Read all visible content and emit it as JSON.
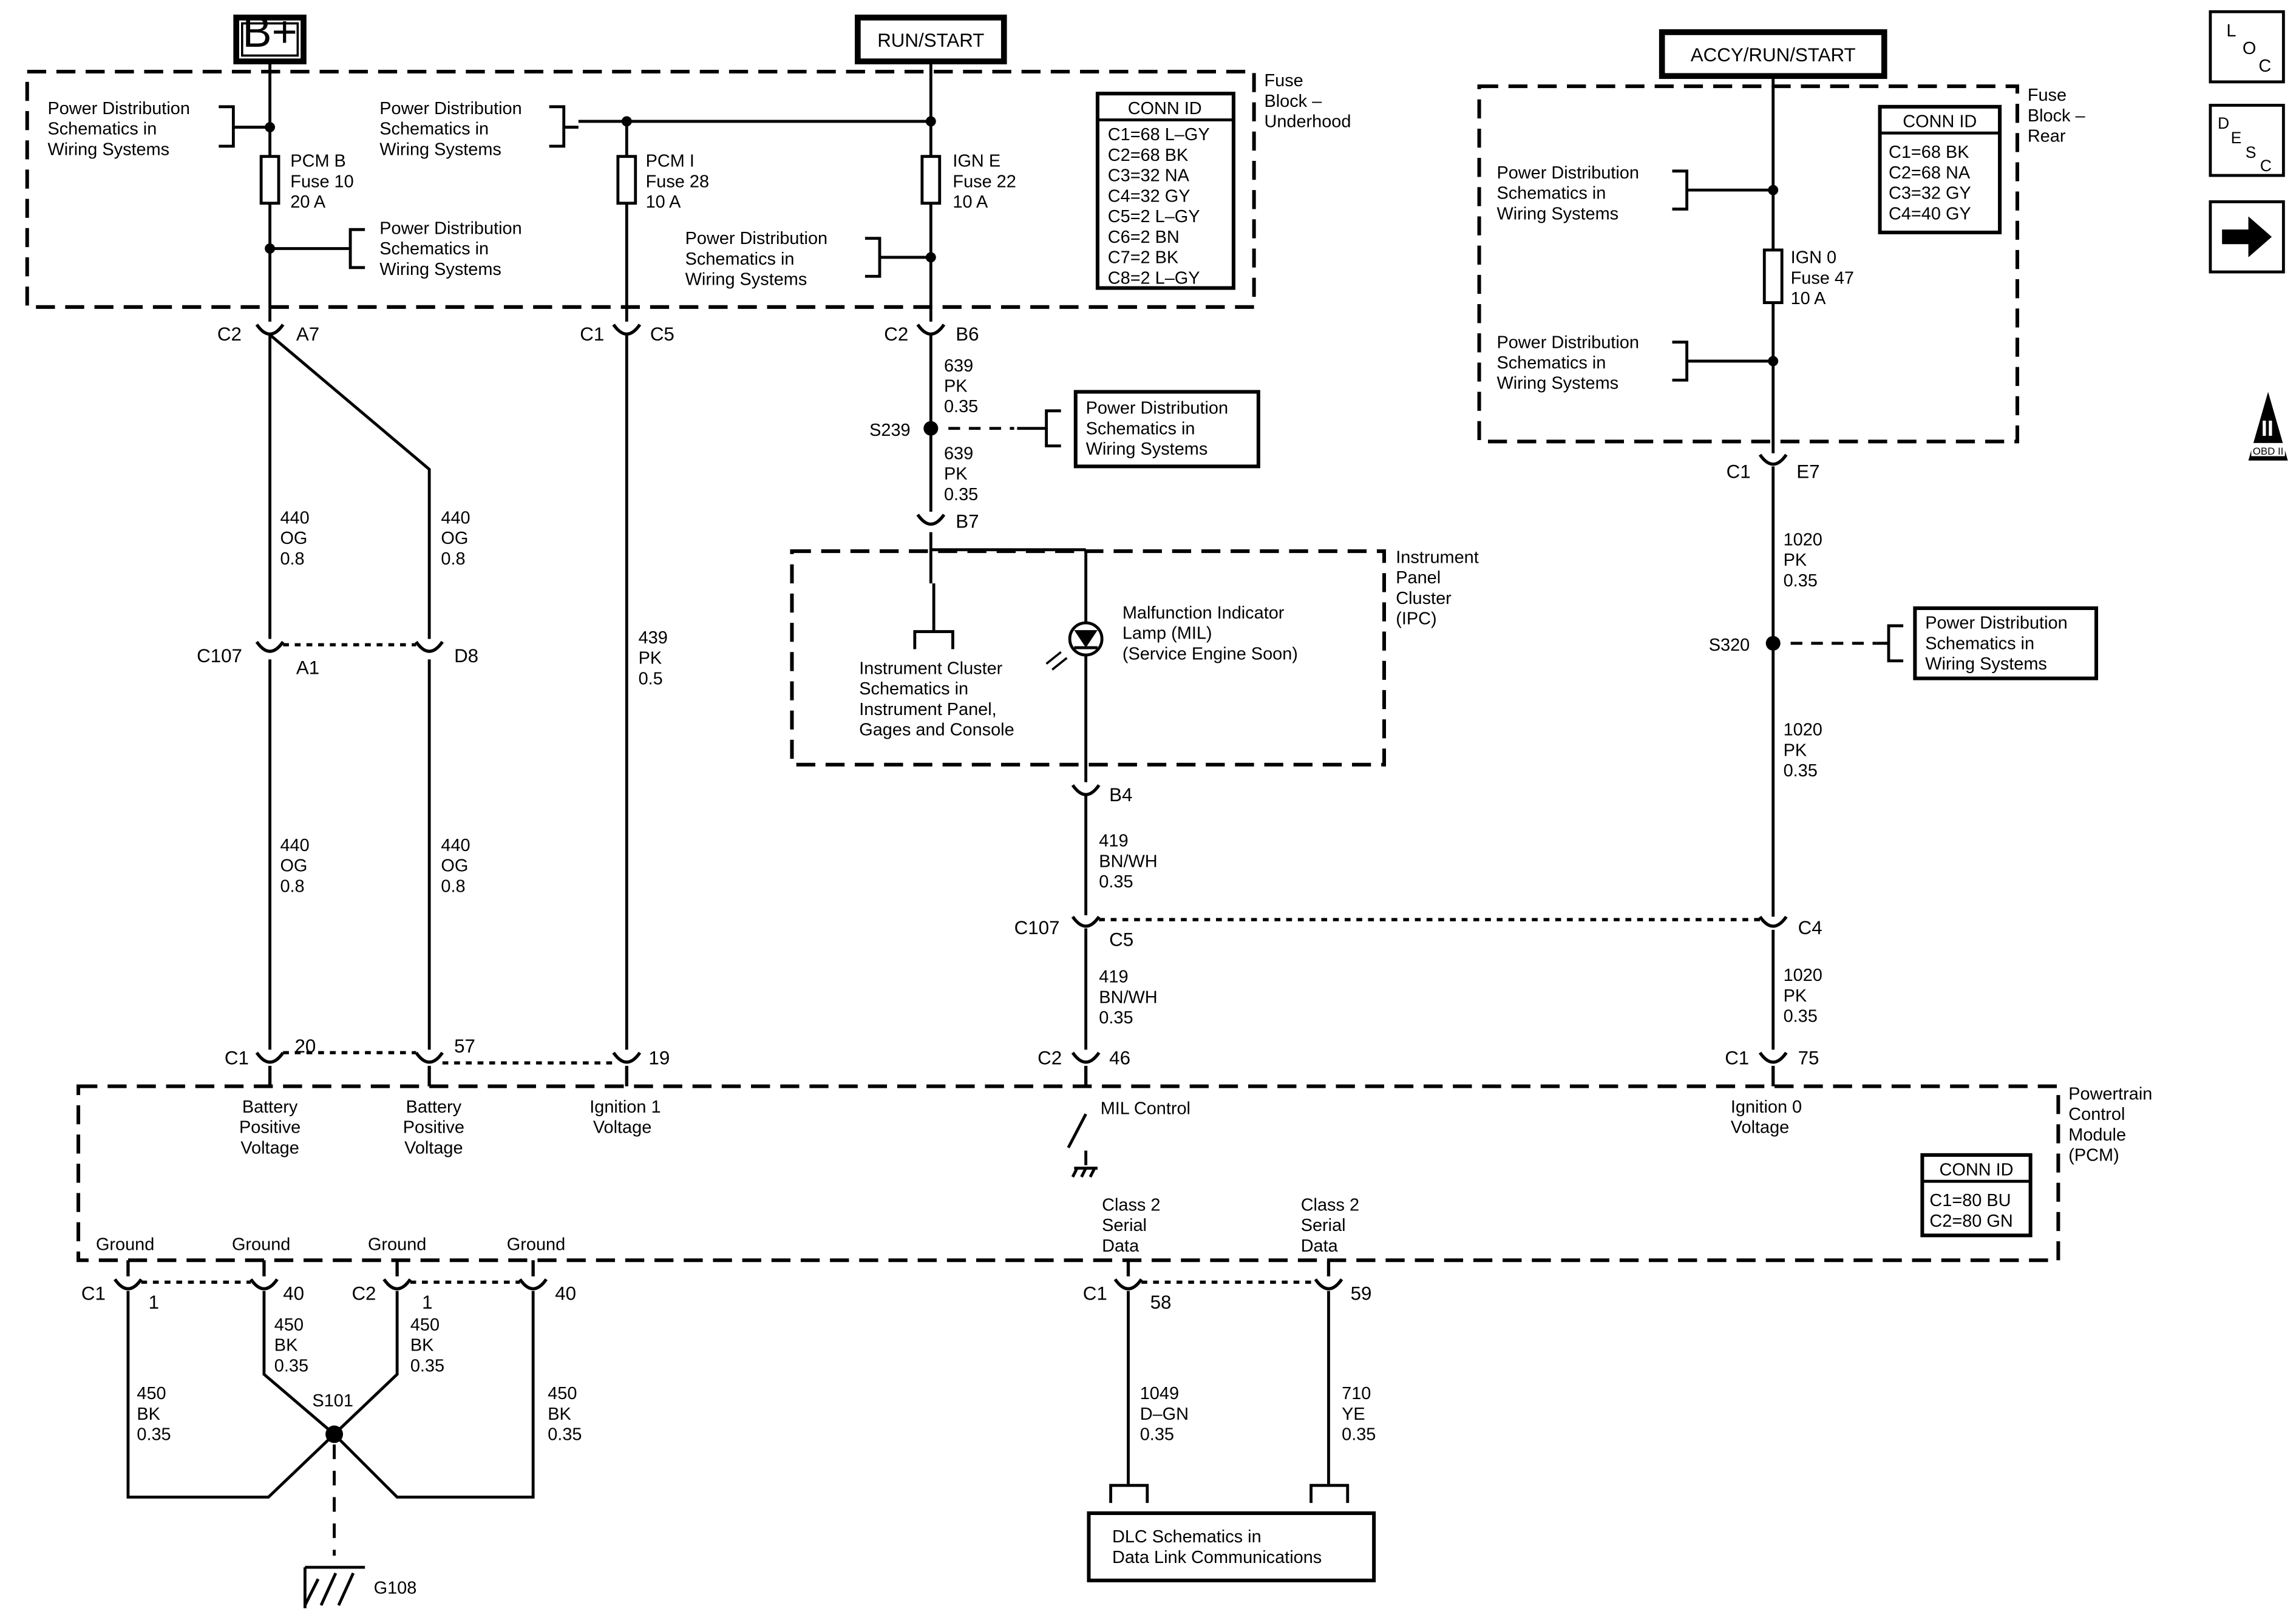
{
  "power_sources": {
    "b_plus": "B+",
    "run_start": "RUN/START",
    "accy_run_start": "ACCY/RUN/START"
  },
  "side_icons": {
    "loc": [
      "L",
      "O",
      "C"
    ],
    "desc": [
      "D",
      "E",
      "S",
      "C"
    ],
    "obd_top": "II",
    "obd_bottom": "OBD II",
    "loc_icon": "loc-icon",
    "desc_icon": "desc-icon",
    "next_icon": "arrow-right-icon",
    "obd_icon": "obd-ii-icon"
  },
  "fuse_block_underhood": {
    "title": [
      "Fuse",
      "Block –",
      "Underhood"
    ],
    "conn_id_title": "CONN ID",
    "conn_ids": [
      "C1=68 L–GY",
      "C2=68 BK",
      "C3=32 NA",
      "C4=32 GY",
      "C5=2 L–GY",
      "C6=2 BN",
      "C7=2 BK",
      "C8=2 L–GY"
    ],
    "pd_ref": [
      "Power Distribution",
      "Schematics in",
      "Wiring  Systems"
    ],
    "fuse_pcm_b": [
      "PCM B",
      "Fuse 10",
      "20 A"
    ],
    "fuse_pcm_i": [
      "PCM I",
      "Fuse 28",
      "10 A"
    ],
    "fuse_ign_e": [
      "IGN E",
      "Fuse 22",
      "10 A"
    ]
  },
  "fuse_block_rear": {
    "title": [
      "Fuse",
      "Block –",
      "Rear"
    ],
    "conn_id_title": "CONN ID",
    "conn_ids": [
      "C1=68 BK",
      "C2=68 NA",
      "C3=32 GY",
      "C4=40 GY"
    ],
    "fuse_ign_0": [
      "IGN 0",
      "Fuse 47",
      "10 A"
    ]
  },
  "connectors": {
    "c2": "C2",
    "c1": "C1",
    "a7": "A7",
    "c5": "C5",
    "b6": "B6",
    "e7": "E7",
    "b7": "B7",
    "b4": "B4",
    "c107": "C107",
    "a1": "A1",
    "d8": "D8",
    "c4": "C4",
    "pin20": "20",
    "pin57": "57",
    "pin19": "19",
    "pin46": "46",
    "pin75": "75",
    "pin1": "1",
    "pin40": "40",
    "pin58": "58",
    "pin59": "59"
  },
  "splices": {
    "s239": "S239",
    "s320": "S320",
    "s101": "S101",
    "g108": "G108"
  },
  "wires": {
    "w639": [
      "639",
      "PK",
      "0.35"
    ],
    "w440": [
      "440",
      "OG",
      "0.8"
    ],
    "w439": [
      "439",
      "PK",
      "0.5"
    ],
    "w419": [
      "419",
      "BN/WH",
      "0.35"
    ],
    "w1020": [
      "1020",
      "PK",
      "0.35"
    ],
    "w450": [
      "450",
      "BK",
      "0.35"
    ],
    "w1049": [
      "1049",
      "D–GN",
      "0.35"
    ],
    "w710": [
      "710",
      "YE",
      "0.35"
    ]
  },
  "ipc": {
    "title": [
      "Instrument",
      "Panel",
      "Cluster",
      "(IPC)"
    ],
    "cluster_ref": [
      "Instrument Cluster",
      "Schematics in",
      "Instrument Panel,",
      "Gages and Console"
    ],
    "mil": [
      "Malfunction Indicator",
      "Lamp (MIL)",
      "(Service Engine Soon)"
    ]
  },
  "pcm": {
    "title": [
      "Powertrain",
      "Control",
      "Module",
      "(PCM)"
    ],
    "conn_id_title": "CONN ID",
    "conn_ids": [
      "C1=80 BU",
      "C2=80 GN"
    ],
    "battery_positive": [
      "Battery",
      "Positive",
      "Voltage"
    ],
    "ignition_1": [
      "Ignition 1",
      "Voltage"
    ],
    "mil_control": "MIL Control",
    "ignition_0": [
      "Ignition 0",
      "Voltage"
    ],
    "ground": "Ground",
    "class2": [
      "Class 2",
      "Serial",
      "Data"
    ]
  },
  "dlc": [
    "DLC Schematics in",
    "Data Link Communications"
  ]
}
